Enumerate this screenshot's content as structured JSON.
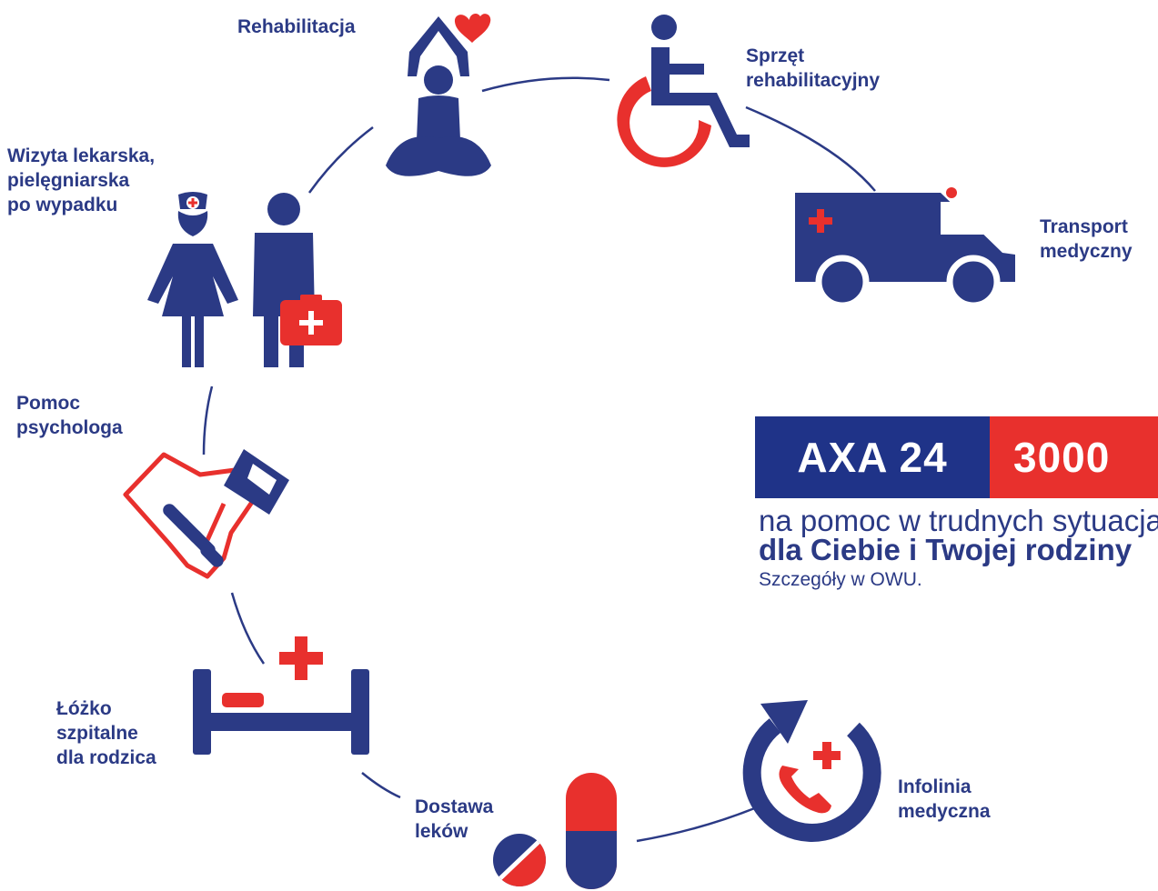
{
  "labels": {
    "rehabilitacja": "Rehabilitacja",
    "sprzet": "Sprzęt\nrehabilitacyjny",
    "transport": "Transport\nmedyczny",
    "wizyta": "Wizyta lekarska,\npielęgniarska\npo wypadku",
    "psycholog": "Pomoc\npsychologa",
    "lozko": "Łóżko\nszpitalne\ndla rodzica",
    "leki": "Dostawa\nleków",
    "infolinia": "Infolinia\nmedyczna"
  },
  "banner": {
    "brand": "AXA 24",
    "number": "3000",
    "tagline": "na pomoc w trudnych sytuacjach",
    "tagline_bold": "dla Ciebie i Twojej rodziny",
    "note": "Szczegóły w OWU."
  },
  "colors": {
    "navy": "#2b3a85",
    "banner_blue": "#1f3388",
    "red": "#e8302d",
    "white": "#ffffff"
  },
  "icons": [
    "yoga-heart-icon",
    "wheelchair-icon",
    "ambulance-icon",
    "nurse-doctor-icon",
    "handshake-icon",
    "hospital-bed-icon",
    "pills-icon",
    "phone-refresh-icon"
  ]
}
